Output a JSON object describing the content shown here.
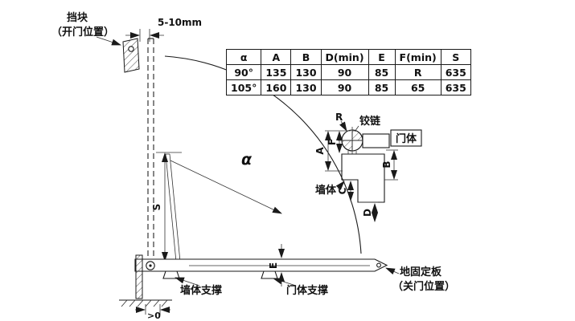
{
  "labels": {
    "stopper_line1": "挡块",
    "stopper_line2": "（开门位置）",
    "gap": "5-10mm",
    "alpha": "α",
    "s": "S",
    "e": "E",
    "hinge": "铰链",
    "r": "R",
    "door_body": "门体",
    "wall": "墙体",
    "a": "A",
    "b": "B",
    "c": "C",
    "d": "D",
    "f": "F",
    "wall_support": "墙体支撑",
    "door_support": "门体支撑",
    "ground_plate_line1": "地固定板",
    "ground_plate_line2": "（关门位置）",
    "gt_zero": ">0"
  },
  "table": {
    "headers": [
      "α",
      "A",
      "B",
      "D(min)",
      "E",
      "F(min)",
      "S"
    ],
    "rows": [
      [
        "90°",
        "135",
        "130",
        "90",
        "85",
        "R",
        "635"
      ],
      [
        "105°",
        "160",
        "130",
        "90",
        "85",
        "65",
        "635"
      ]
    ]
  }
}
